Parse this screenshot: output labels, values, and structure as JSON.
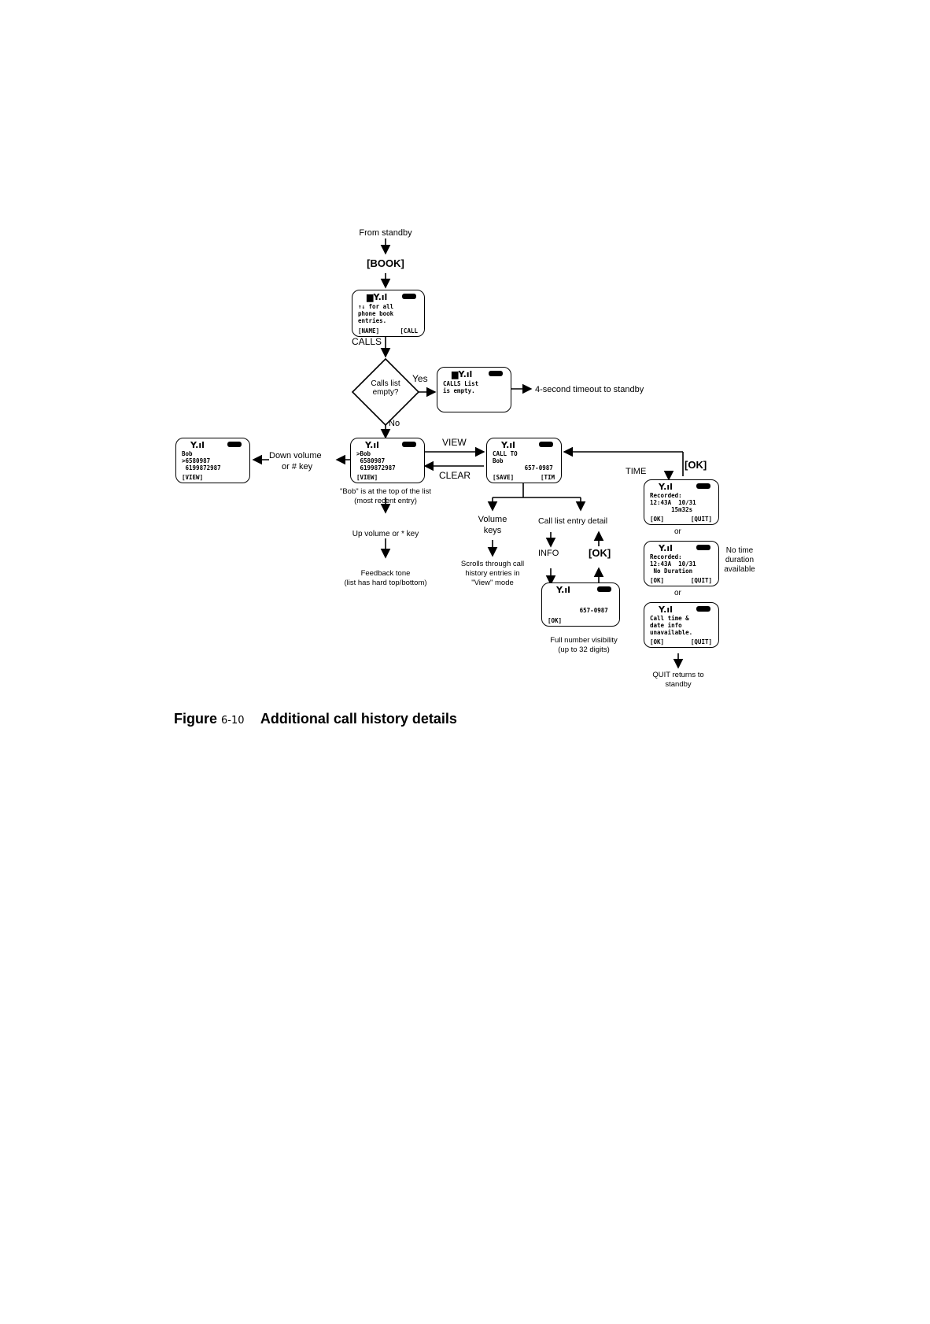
{
  "caption": {
    "prefix": "Figure",
    "number": "6-10",
    "title": "Additional call history details"
  },
  "labels": {
    "from_standby": "From standby",
    "book_key": "[BOOK]",
    "calls": "CALLS",
    "decision": "Calls list empty?",
    "yes": "Yes",
    "no": "No",
    "timeout": "4-second timeout to standby",
    "view": "VIEW",
    "clear": "CLEAR",
    "down_volume": "Down volume",
    "or_hash_key": "or # key",
    "bob_top_1": "\"Bob\" is at the top of the list",
    "bob_top_2": "(most recent entry)",
    "up_volume": "Up volume or * key",
    "feedback_1": "Feedback tone",
    "feedback_2": "(list has hard top/bottom)",
    "volume_keys_1": "Volume",
    "volume_keys_2": "keys",
    "scrolls_1": "Scrolls through call",
    "scrolls_2": "history entries in",
    "scrolls_3": "\"View\" mode",
    "call_list_detail": "Call list entry detail",
    "info": "INFO",
    "ok_key": "[OK]",
    "time": "TIME",
    "ok_key_top": "[OK]",
    "full_number_1": "Full number visibility",
    "full_number_2": "(up to 32 digits)",
    "or_1": "or",
    "or_2": "or",
    "no_time_1": "No time",
    "no_time_2": "duration",
    "no_time_3": "available",
    "quit_1": "QUIT returns to",
    "quit_2": "standby"
  },
  "screens": {
    "book": {
      "lines": [
        "↑↓ for all",
        "phone book",
        "entries."
      ],
      "soft_left": "[NAME]",
      "soft_right": "[CALL"
    },
    "calls_empty": {
      "lines": [
        "CALLS List",
        "is empty."
      ]
    },
    "calls_list": {
      "lines": [
        ">Bob",
        " 6580987",
        " 6199872987"
      ],
      "soft_left": "[VIEW]"
    },
    "calls_list_down": {
      "lines": [
        "Bob",
        ">6580987",
        " 6199872987"
      ],
      "soft_left": "[VIEW]"
    },
    "call_to": {
      "lines": [
        "CALL TO",
        "Bob",
        "         657-0987"
      ],
      "soft_left": "[SAVE]",
      "soft_right": "[TIM"
    },
    "full_number": {
      "lines": [
        "",
        "         657-0987"
      ],
      "soft_left": "[OK]"
    },
    "recorded": {
      "lines": [
        "Recorded:",
        "12:43A  10/31",
        "      15m32s"
      ],
      "soft_left": "[OK]",
      "soft_right": "[QUIT]"
    },
    "recorded_no_dur": {
      "lines": [
        "Recorded:",
        "12:43A  10/31",
        " No Duration"
      ],
      "soft_left": "[OK]",
      "soft_right": "[QUIT]"
    },
    "unavailable": {
      "lines": [
        "Call time &",
        "date info",
        "unavailable."
      ],
      "soft_left": "[OK]",
      "soft_right": "[QUIT]"
    }
  }
}
